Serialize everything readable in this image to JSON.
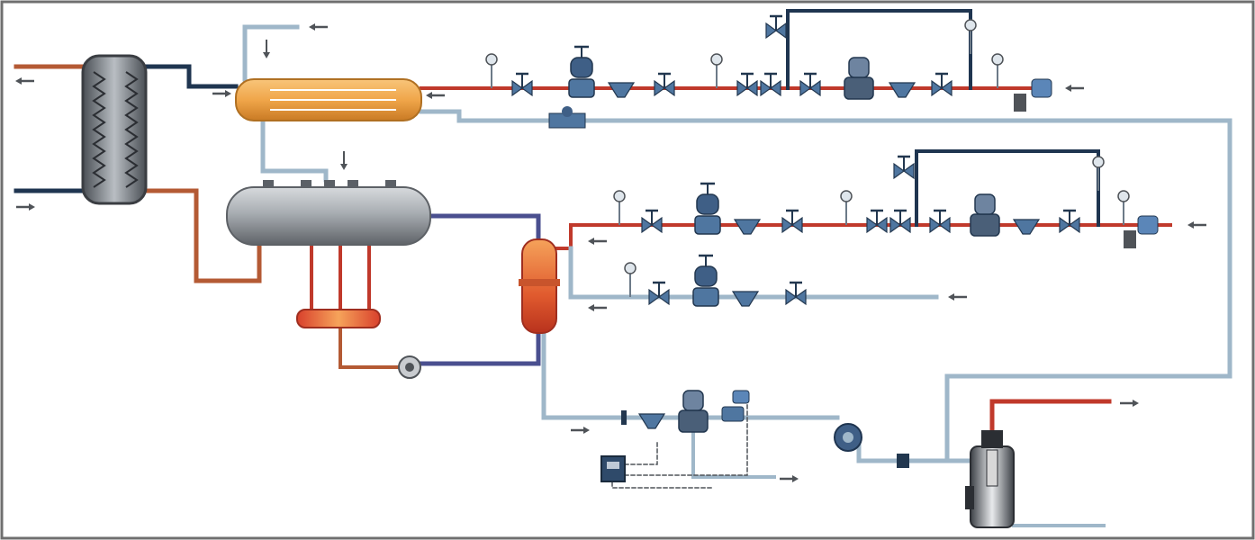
{
  "diagram": {
    "kind": "steam-and-condensate-piping-schematic",
    "colors": {
      "steam": "#c0392b",
      "condensate": "#9fb7c9",
      "cold_water": "#1f3550",
      "hot_water": "#b45a34",
      "return_line": "#4a4f8f",
      "valve_body": "#4f76a0",
      "vessel_orange": "#f0a64a",
      "vessel_gray": "#9aa0a6"
    },
    "components": [
      "plate-heat-exchanger",
      "shell-and-tube-heat-exchanger",
      "flash-vessel",
      "condensate-header",
      "sight-glass-heater",
      "condensate-pump",
      "steam-boiler",
      "control-panel"
    ],
    "flow_arrows": 22
  }
}
